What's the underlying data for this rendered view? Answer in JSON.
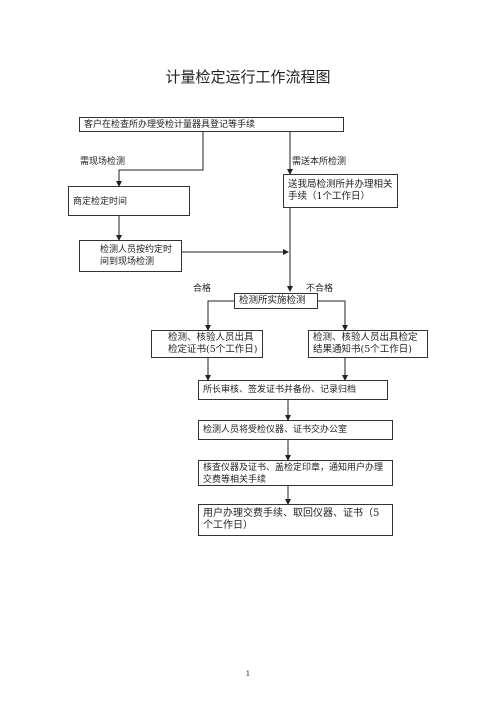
{
  "title": "计量检定运行工作流程图",
  "nodes": {
    "register": "客户在检查所办理受检计量器具登记等手续",
    "schedule": "商定检定时间",
    "send_in": "送我局检测所并办理相关手续（1个工作日）",
    "onsite_visit": "检测人员按约定时间到现场检测",
    "perform_test": "检测所实施检测",
    "certificate": "检测、核验人员出具检定证书(5个工作日)",
    "notice": "检测、核验人员出具检定结果通知书(5个工作日)",
    "director_review": "所长审核、签发证书并备份、记录归档",
    "to_office": "检测人员将受检仪器、证书交办公室",
    "check_notify": "核查仪器及证书、盖检定印章，通知用户办理交费等相关手续",
    "pay_collect": "用户办理交费手续、取回仪器、证书（5个工作日）"
  },
  "labels": {
    "onsite": "需现场检测",
    "send": "需送本所检测",
    "pass": "合格",
    "fail": "不合格"
  },
  "page_number": "1"
}
